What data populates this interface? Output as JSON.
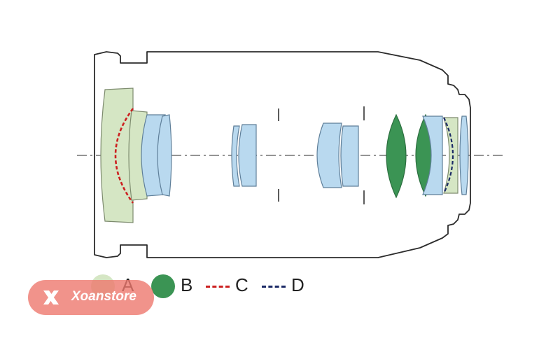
{
  "legend": {
    "items": [
      {
        "label": "A",
        "swatch": "circle",
        "color": "#d5e6c4"
      },
      {
        "label": "B",
        "swatch": "circle",
        "color": "#3b9454"
      },
      {
        "label": "C",
        "swatch": "dashed-line",
        "color": "#cc2020"
      },
      {
        "label": "D",
        "swatch": "dashed-line",
        "color": "#1b2a66"
      }
    ]
  },
  "watermark": {
    "text": "Xoanstore",
    "color": "#ee786e"
  },
  "colors": {
    "light_green_element": "#d5e6c4",
    "blue_element": "#b9d9ef",
    "dark_green_element": "#3b9454",
    "barrel_outline": "#2b2b2b"
  }
}
